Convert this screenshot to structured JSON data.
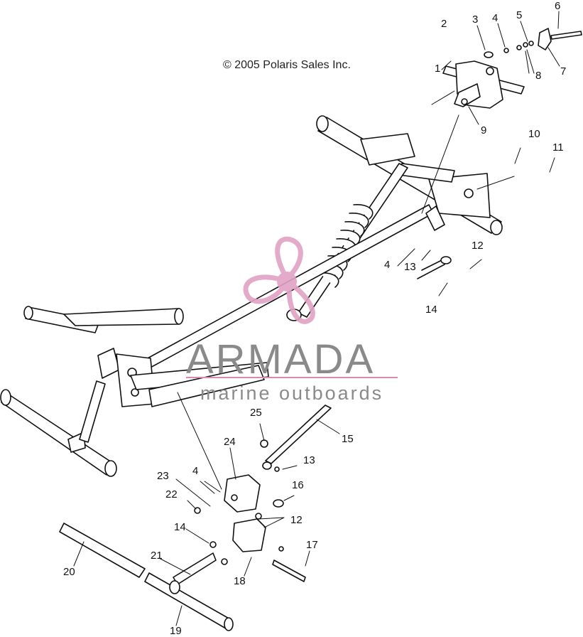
{
  "copyright": "© 2005 Polaris Sales Inc.",
  "watermark": {
    "brand": "ARMADA",
    "tagline": "marine outboards",
    "logo": "propeller-logo",
    "colors": {
      "logo": "#e0a3c4",
      "text": "#8a8a8a",
      "rule": "#d98ab4"
    }
  },
  "callouts": [
    "1",
    "2",
    "3",
    "4",
    "5",
    "6",
    "7",
    "8",
    "9",
    "10",
    "11",
    "12",
    "4",
    "13",
    "14",
    "15",
    "24",
    "25",
    "13",
    "4",
    "23",
    "16",
    "22",
    "12",
    "14",
    "17",
    "18",
    "20",
    "21",
    "19"
  ],
  "colors": {
    "line": "#111111",
    "fill": "#ffffff",
    "shade": "#9a9a9a"
  }
}
